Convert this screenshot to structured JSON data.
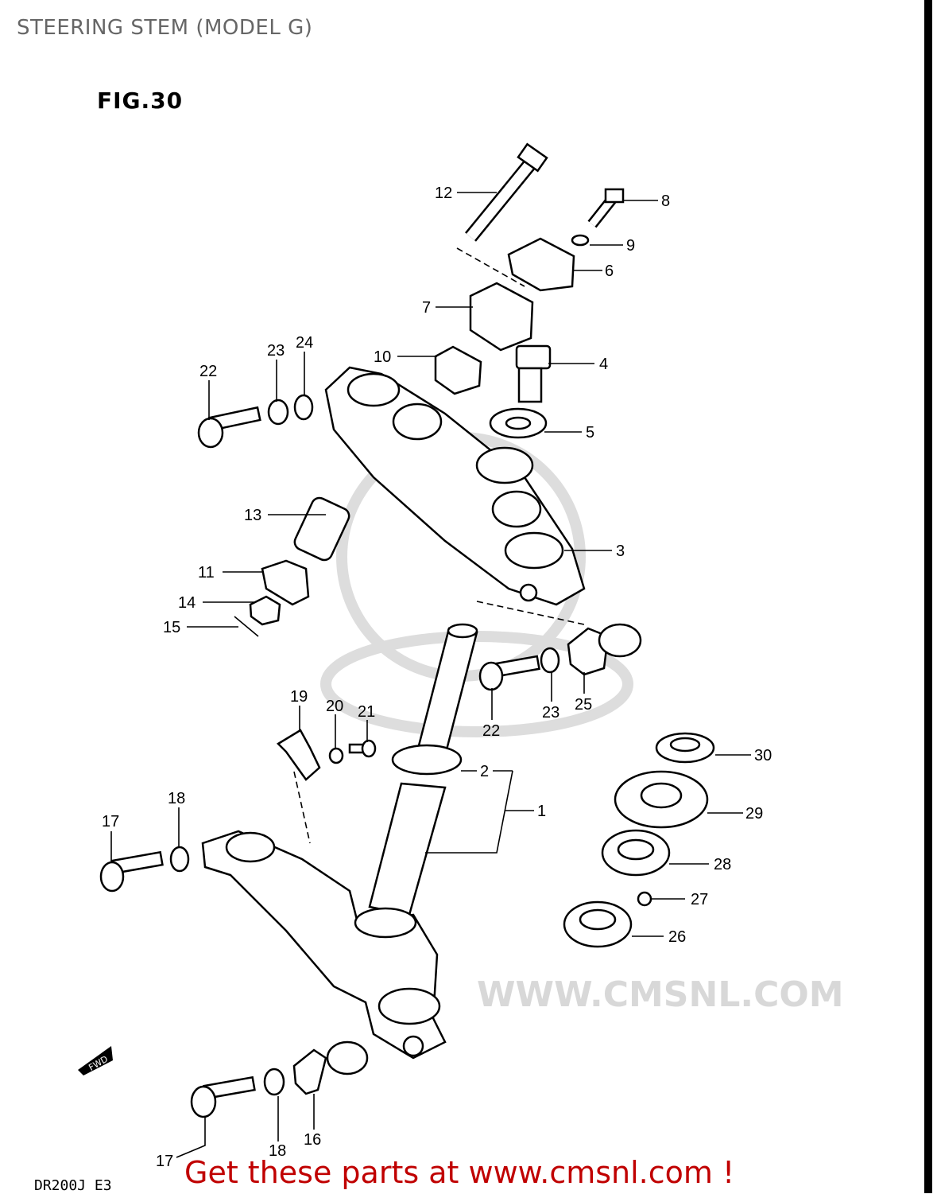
{
  "page": {
    "title": "STEERING STEM (MODEL G)",
    "figure": "FIG.30",
    "model_code": "DR200J  E3",
    "promo": "Get these parts at www.cmsnl.com !",
    "watermark": "WWW.CMSNL.COM",
    "fwd_marker": "FWD"
  },
  "colors": {
    "promo": "#c00000",
    "title": "#666666",
    "watermark": "#dddddd"
  },
  "callouts": [
    "12",
    "8",
    "9",
    "6",
    "7",
    "10",
    "4",
    "23",
    "24",
    "22",
    "5",
    "13",
    "3",
    "11",
    "14",
    "15",
    "19",
    "20",
    "21",
    "22",
    "23",
    "25",
    "30",
    "2",
    "1",
    "29",
    "28",
    "27",
    "26",
    "17",
    "18",
    "16",
    "18",
    "17"
  ]
}
